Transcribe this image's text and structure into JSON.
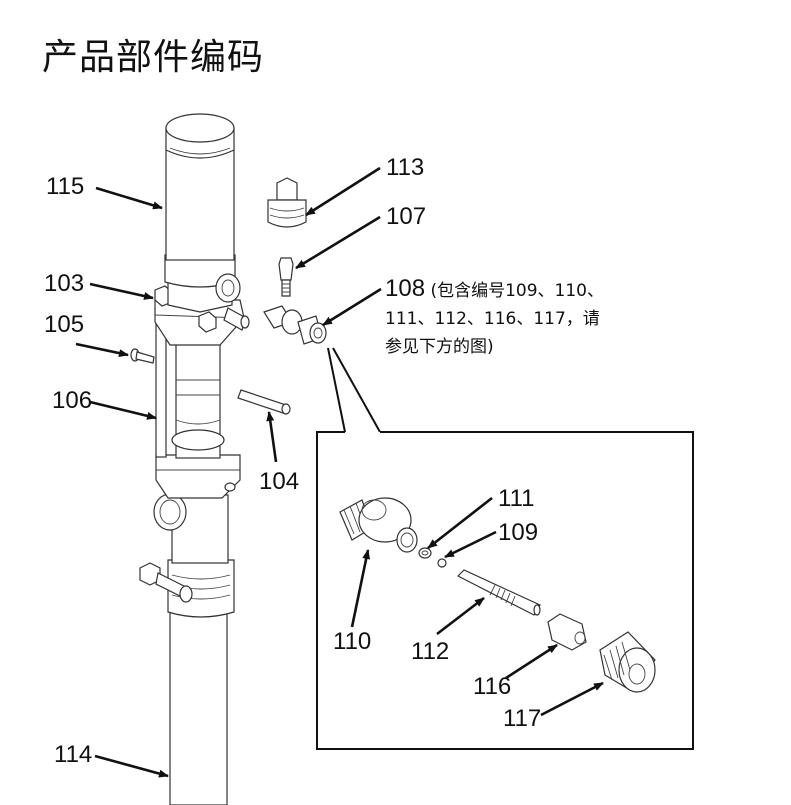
{
  "title": "产品部件编码",
  "main_assembly": {
    "labels": [
      {
        "id": "115",
        "text": "115"
      },
      {
        "id": "103",
        "text": "103"
      },
      {
        "id": "105",
        "text": "105"
      },
      {
        "id": "106",
        "text": "106"
      },
      {
        "id": "104",
        "text": "104"
      },
      {
        "id": "113",
        "text": "113"
      },
      {
        "id": "107",
        "text": "107"
      },
      {
        "id": "114",
        "text": "114"
      }
    ],
    "note_108": {
      "number": "108",
      "line1": "(包含编号109、110、",
      "line2": "111、112、116、117，请",
      "line3": "参见下方的图)"
    }
  },
  "detail_view": {
    "labels": [
      {
        "id": "111",
        "text": "111"
      },
      {
        "id": "109",
        "text": "109"
      },
      {
        "id": "110",
        "text": "110"
      },
      {
        "id": "112",
        "text": "112"
      },
      {
        "id": "116",
        "text": "116"
      },
      {
        "id": "117",
        "text": "117"
      }
    ]
  }
}
